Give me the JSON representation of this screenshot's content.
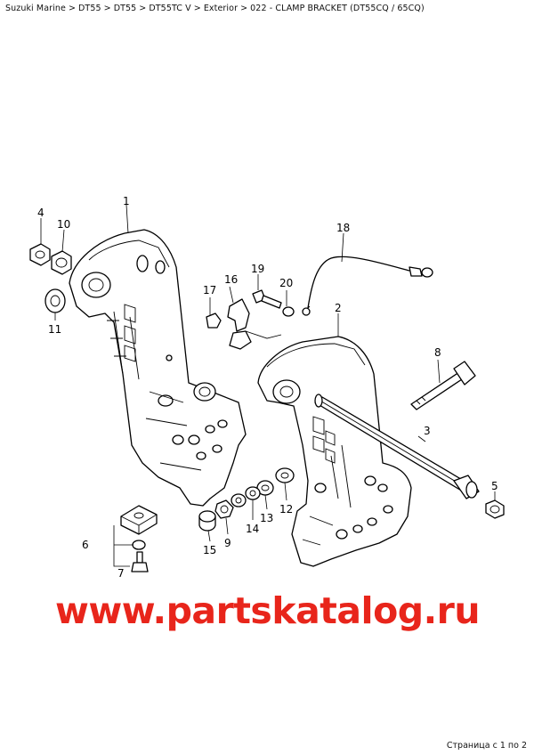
{
  "breadcrumb": {
    "items": [
      "Suzuki Marine",
      "DT55",
      "DT55",
      "DT55TC V",
      "Exterior",
      "022 - CLAMP BRACKET (DT55CQ / 65CQ)"
    ],
    "separator": ">"
  },
  "diagram": {
    "callouts": [
      "1",
      "2",
      "3",
      "4",
      "5",
      "6",
      "7",
      "8",
      "9",
      "10",
      "11",
      "12",
      "13",
      "14",
      "15",
      "16",
      "17",
      "18",
      "19",
      "20"
    ]
  },
  "watermark": "www.partskatalog.ru",
  "pager": "Страница с 1 по 2",
  "colors": {
    "watermark": "#e8251b"
  }
}
